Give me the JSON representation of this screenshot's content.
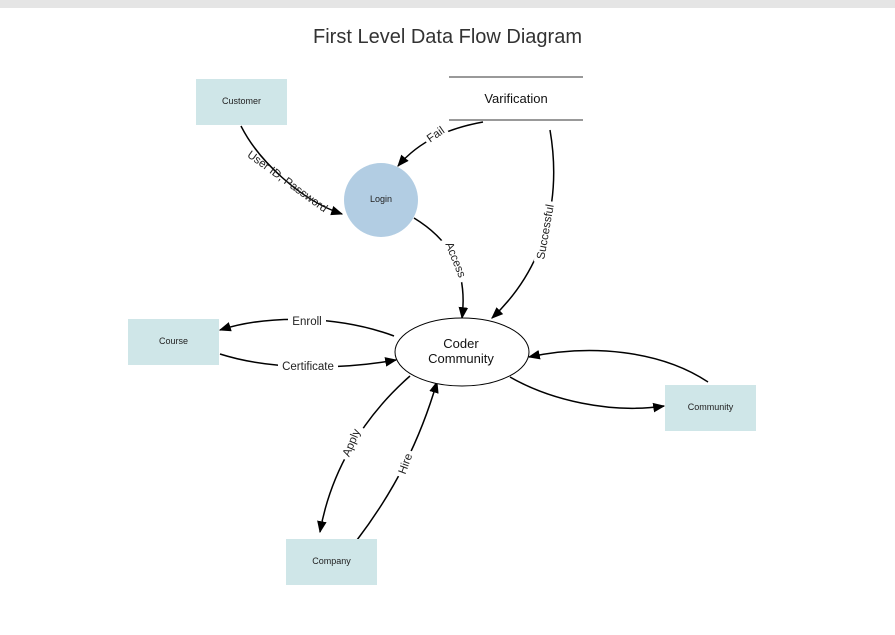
{
  "title": "First Level Data Flow Diagram",
  "colors": {
    "entity_fill": "#cfe6e8",
    "process_fill": "#b2cde3",
    "edge": "#000000"
  },
  "nodes": {
    "customer": "Customer",
    "verification": "Varification",
    "login": "Login",
    "course": "Course",
    "coder_community_line1": "Coder",
    "coder_community_line2": "Community",
    "community": "Community",
    "company": "Company"
  },
  "edges": {
    "user_id_password": "User ID, Password",
    "fail": "Fail",
    "access": "Access",
    "successful": "Successful",
    "enroll": "Enroll",
    "certificate": "Certificate",
    "apply": "Apply",
    "hire": "Hire"
  }
}
